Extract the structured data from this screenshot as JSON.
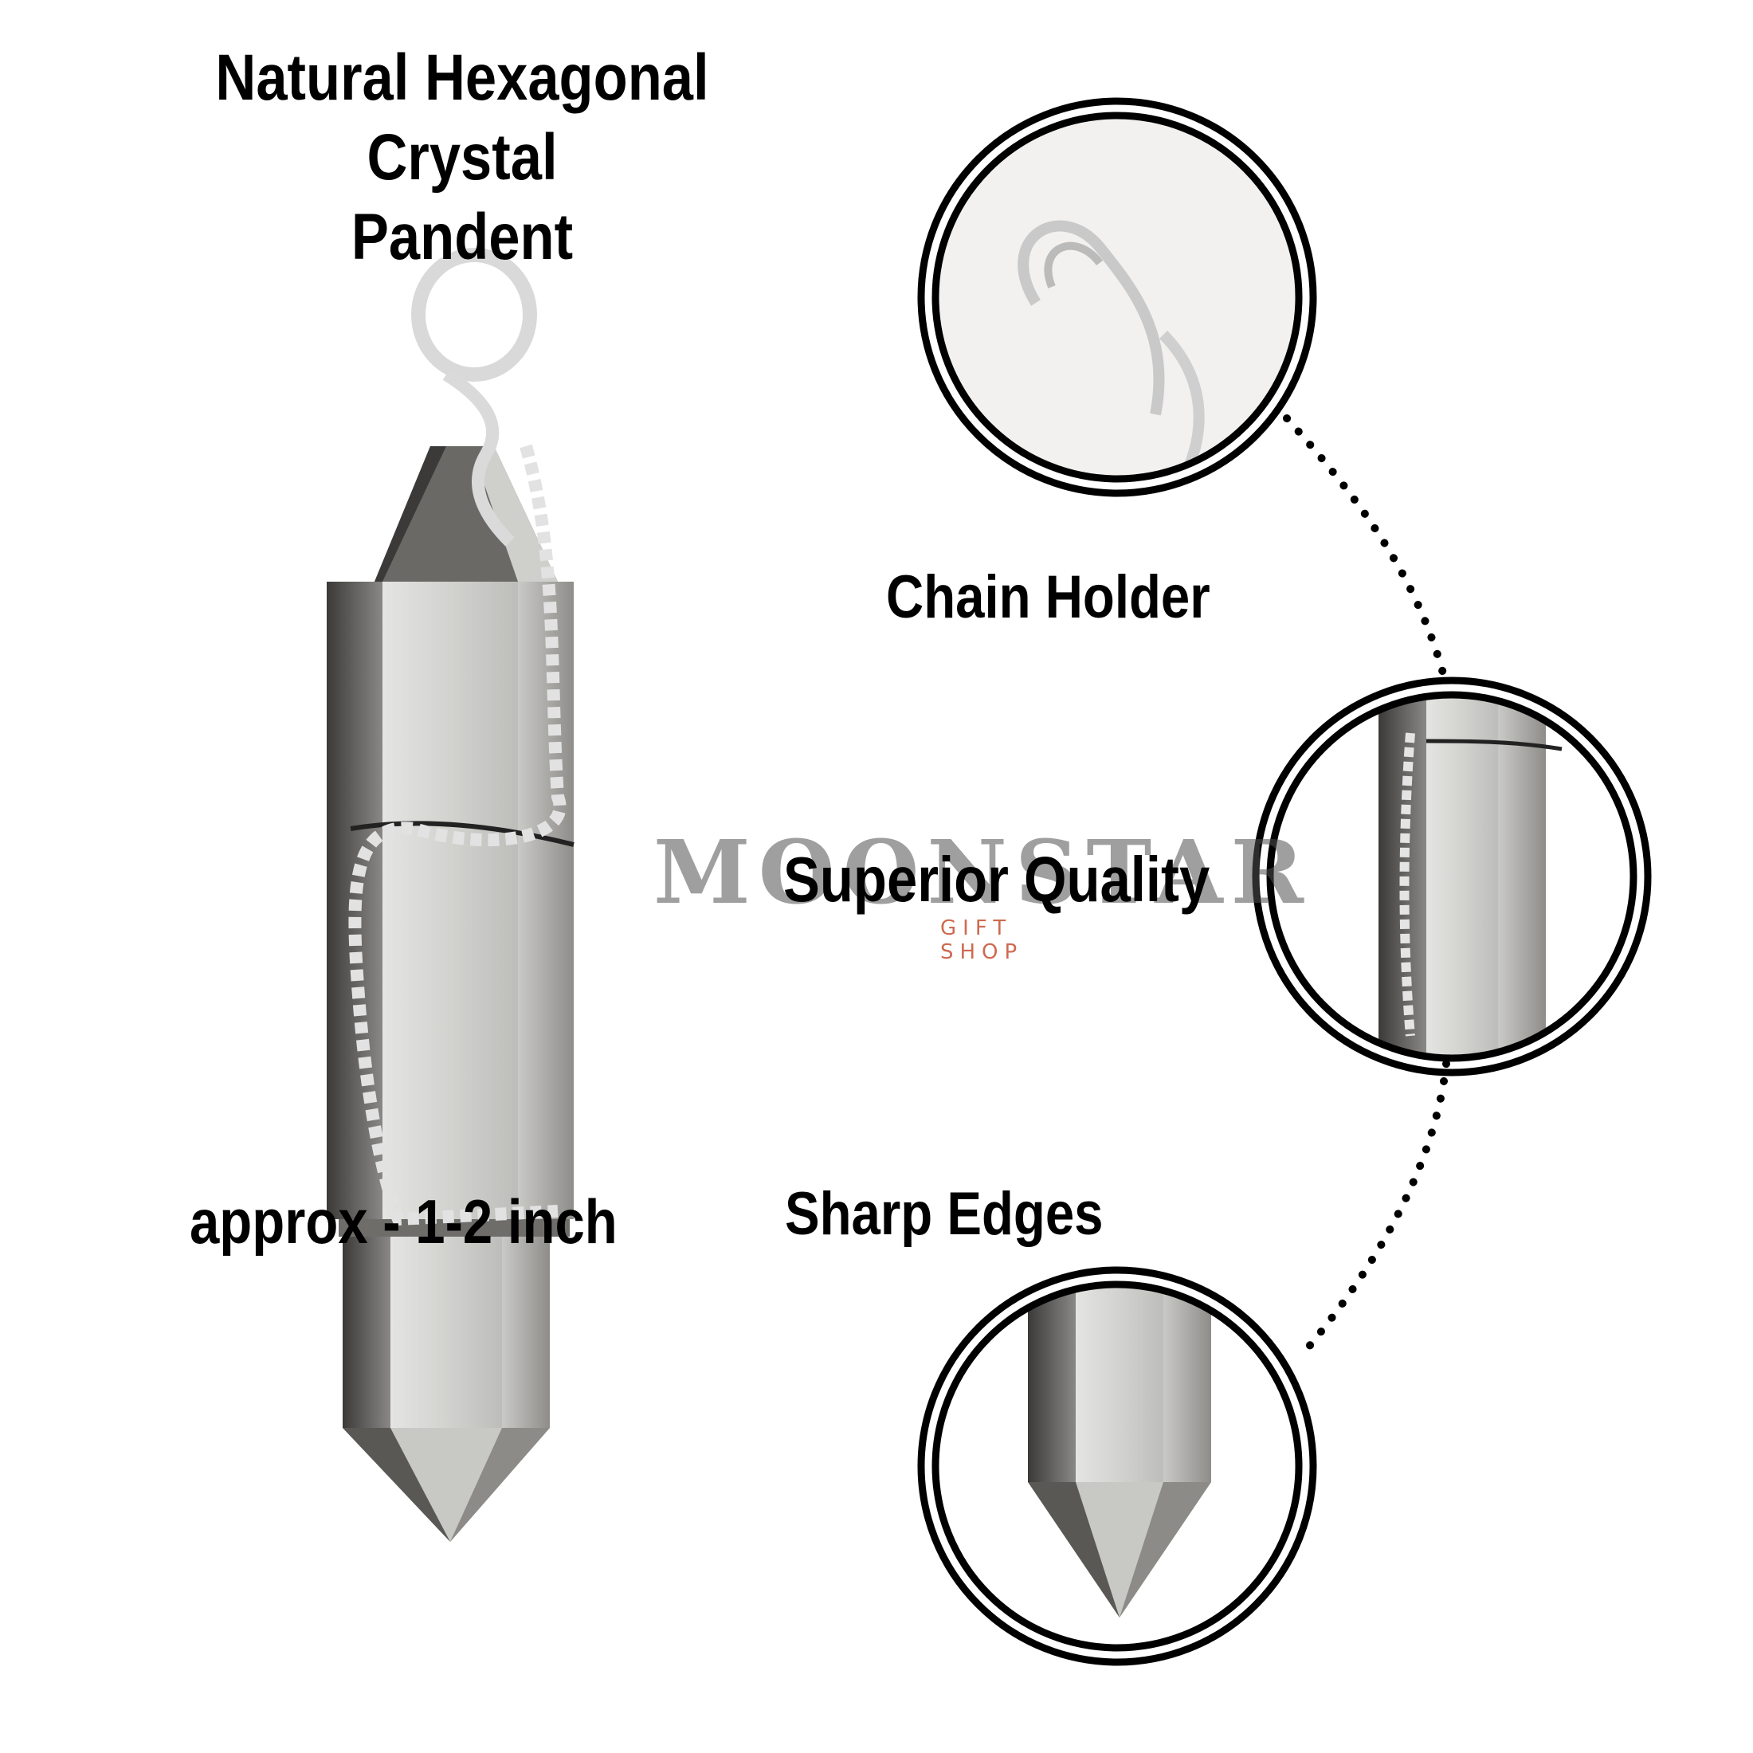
{
  "title": {
    "line1": "Natural Hexagonal Crystal",
    "line2": "Pandent"
  },
  "size_label": "approx - 1-2 inch",
  "features": {
    "chain_holder": "Chain Holder",
    "superior_quality": "Superior Quality",
    "sharp_edges": "Sharp Edges"
  },
  "watermark": {
    "brand": "MOONSTAR",
    "sub": "GIFT SHOP"
  },
  "colors": {
    "crystal_light": "#e8e8e6",
    "crystal_mid": "#b9b9b7",
    "crystal_dark": "#4a4744",
    "wire": "#d7d7d7",
    "ring": "#000000"
  }
}
